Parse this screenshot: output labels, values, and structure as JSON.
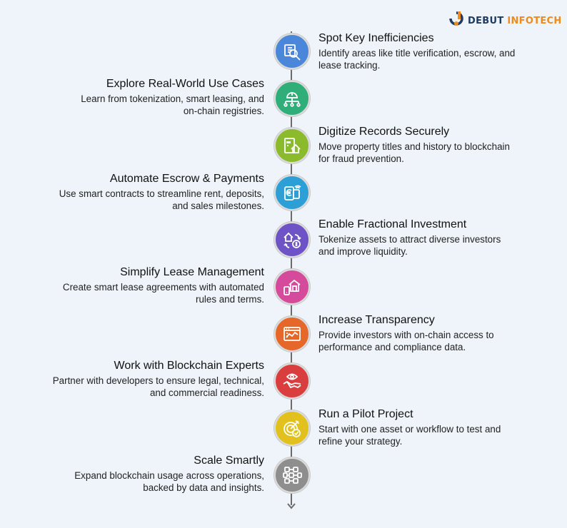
{
  "brand": {
    "part1": "DEBUT",
    "part2": "INFOTECH",
    "accent": "#f18a1c",
    "primary": "#1f3b63"
  },
  "steps": [
    {
      "title": "Spot Key Inefficiencies",
      "desc1": "Identify areas like title verification, escrow, and",
      "desc2": "lease tracking.",
      "side": "right",
      "color": "#4a86d9",
      "icon": "document-search-icon"
    },
    {
      "title": "Explore Real-World Use Cases",
      "desc1": "Learn from tokenization, smart leasing, and",
      "desc2": "on-chain registries.",
      "side": "left",
      "color": "#2fae7a",
      "icon": "network-helmet-icon"
    },
    {
      "title": "Digitize Records Securely",
      "desc1": "Move property titles and history to blockchain",
      "desc2": "for fraud prevention.",
      "side": "right",
      "color": "#8bbb2c",
      "icon": "digital-house-record-icon"
    },
    {
      "title": "Automate Escrow & Payments",
      "desc1": "Use smart contracts to streamline rent, deposits,",
      "desc2": "and sales milestones.",
      "side": "left",
      "color": "#2c9fd6",
      "icon": "euro-payment-icon"
    },
    {
      "title": "Enable Fractional Investment",
      "desc1": "Tokenize assets to attract diverse investors",
      "desc2": "and improve liquidity.",
      "side": "right",
      "color": "#6e53c7",
      "icon": "house-dollar-exchange-icon"
    },
    {
      "title": "Simplify Lease Management",
      "desc1": "Create smart lease agreements with automated",
      "desc2": "rules and terms.",
      "side": "left",
      "color": "#d54a9b",
      "icon": "house-phone-icon"
    },
    {
      "title": "Increase Transparency",
      "desc1": "Provide investors with on-chain access to",
      "desc2": "performance and compliance data.",
      "side": "right",
      "color": "#e5672a",
      "icon": "chart-screen-icon"
    },
    {
      "title": "Work with Blockchain Experts",
      "desc1": "Partner with developers to ensure legal, technical,",
      "desc2": "and commercial readiness.",
      "side": "left",
      "color": "#d93d3d",
      "icon": "handshake-eye-icon"
    },
    {
      "title": "Run a Pilot Project",
      "desc1": "Start with one asset or workflow to test and",
      "desc2": "refine your strategy.",
      "side": "right",
      "color": "#e3c11d",
      "icon": "target-check-icon"
    },
    {
      "title": "Scale Smartly",
      "desc1": "Expand blockchain usage across operations,",
      "desc2": "backed by data and insights.",
      "side": "left",
      "color": "#8e8e8e",
      "icon": "blocks-grid-icon"
    }
  ]
}
